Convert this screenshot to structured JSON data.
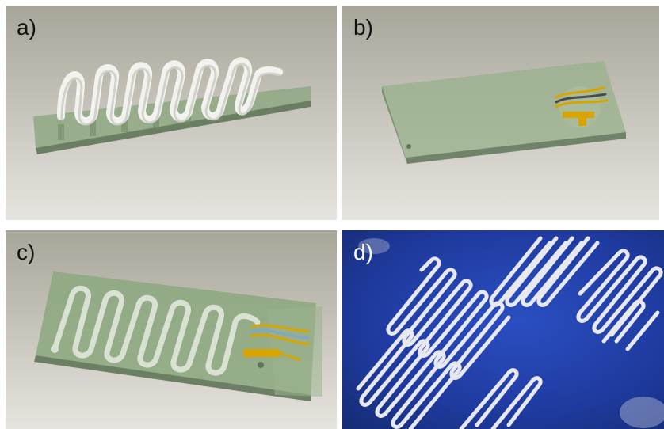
{
  "panels": [
    {
      "label": "a)"
    },
    {
      "label": "b)"
    },
    {
      "label": "c)"
    },
    {
      "label": "d)"
    }
  ],
  "colors": {
    "background_top": "#a8a599",
    "background_bottom": "#e6e4de",
    "glass": "#8ea882",
    "glass_edge": "#5f7558",
    "channel": "#f2f2ee",
    "electrode_gold": "#d9a400",
    "electrode_dark": "#4a4a4a",
    "wafer_blue": "#1f3a9e",
    "wafer_channel": "#e8e8f0"
  }
}
